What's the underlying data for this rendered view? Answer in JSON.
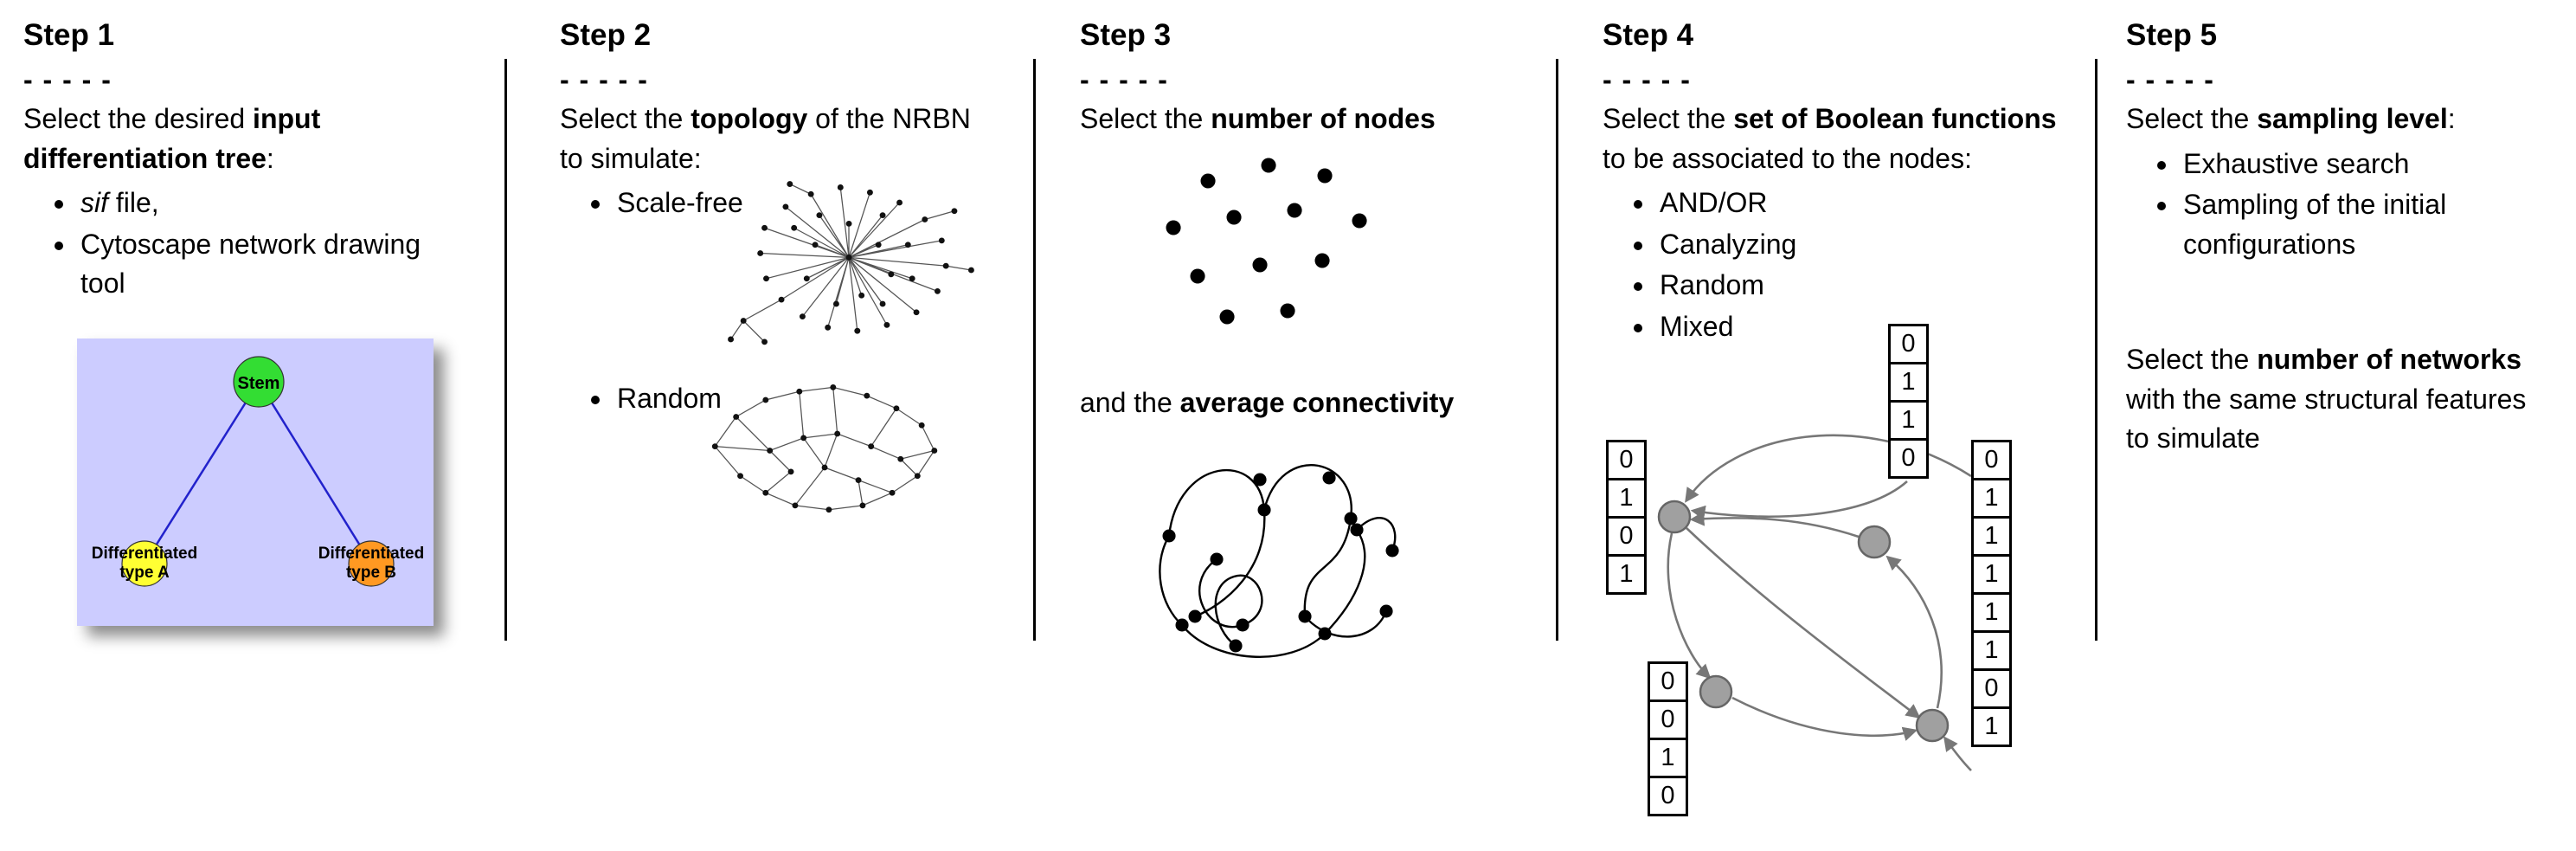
{
  "steps": {
    "step1": {
      "title": "Step 1",
      "dashes": "- - - - -",
      "intro_pre": "Select the desired ",
      "intro_bold": "input differentiation tree",
      "intro_post": ":",
      "bullet1_italic": "sif",
      "bullet1_rest": " file,",
      "bullet2": "Cytoscape network drawing tool",
      "tree": {
        "stem_label": "Stem",
        "node_a_line1": "Differentiated",
        "node_a_line2": "type A",
        "node_b_line1": "Differentiated",
        "node_b_line2": "type B",
        "background_color": "#ccccff",
        "stem_color": "#33dd33",
        "node_a_color": "#ffff33",
        "node_b_color": "#ff9922",
        "edge_color": "#2222cc"
      }
    },
    "step2": {
      "title": "Step 2",
      "dashes": "- - - - -",
      "intro_pre": "Select the ",
      "intro_bold": "topology",
      "intro_post": " of the NRBN to simulate:",
      "bullet1": "Scale-free",
      "bullet2": "Random"
    },
    "step3": {
      "title": "Step 3",
      "dashes": "- - - - -",
      "intro_pre": "Select the ",
      "intro_bold": "number of nodes",
      "second_pre": "and the ",
      "second_bold": "average connectivity"
    },
    "step4": {
      "title": "Step 4",
      "dashes": "- - - - -",
      "intro_pre": "Select the ",
      "intro_bold": "set of Boolean functions",
      "intro_post": " to be associated to the nodes:",
      "bullets": [
        "AND/OR",
        "Canalyzing",
        "Random",
        "Mixed"
      ],
      "node_color": "#a0a0a0",
      "truth_tables": {
        "top": [
          "0",
          "1",
          "1",
          "0"
        ],
        "left": [
          "0",
          "1",
          "0",
          "1"
        ],
        "bottom_left": [
          "0",
          "0",
          "1",
          "0"
        ],
        "right": [
          "0",
          "1",
          "1",
          "1",
          "1",
          "1",
          "0",
          "1"
        ]
      }
    },
    "step5": {
      "title": "Step 5",
      "dashes": "- - - - -",
      "intro_pre": "Select the ",
      "intro_bold": "sampling level",
      "intro_post": ":",
      "bullet1": "Exhaustive search",
      "bullet2": "Sampling of the initial configurations",
      "second_pre": "Select the ",
      "second_bold": "number of networks",
      "second_post": " with the same structural features to simulate"
    }
  }
}
